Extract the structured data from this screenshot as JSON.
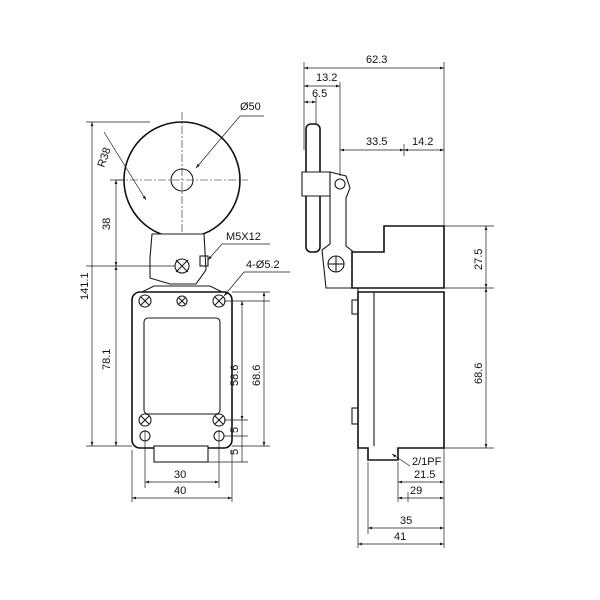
{
  "front_view": {
    "roller_diameter": "Ø50",
    "radius": "R38",
    "lever_height": "38",
    "overall_height": "141.1",
    "body_height": "78.1",
    "screw": "M5X12",
    "mounting_holes": "4-Ø5.2",
    "hole_spacing_v": "58.6",
    "body_height_inner": "68.6",
    "offset_a": "5",
    "offset_b": "5",
    "hole_spacing_h": "30",
    "body_width": "40"
  },
  "side_view": {
    "overall_depth": "62.3",
    "lever_offset": "13.2",
    "roller_width": "6.5",
    "arm_length": "33.5",
    "head_width": "14.2",
    "head_height": "27.5",
    "body_height": "68.6",
    "conduit_thread": "2/1PF",
    "dim_21_5": "21.5",
    "dim_29": "29",
    "dim_35": "35",
    "dim_41": "41"
  }
}
